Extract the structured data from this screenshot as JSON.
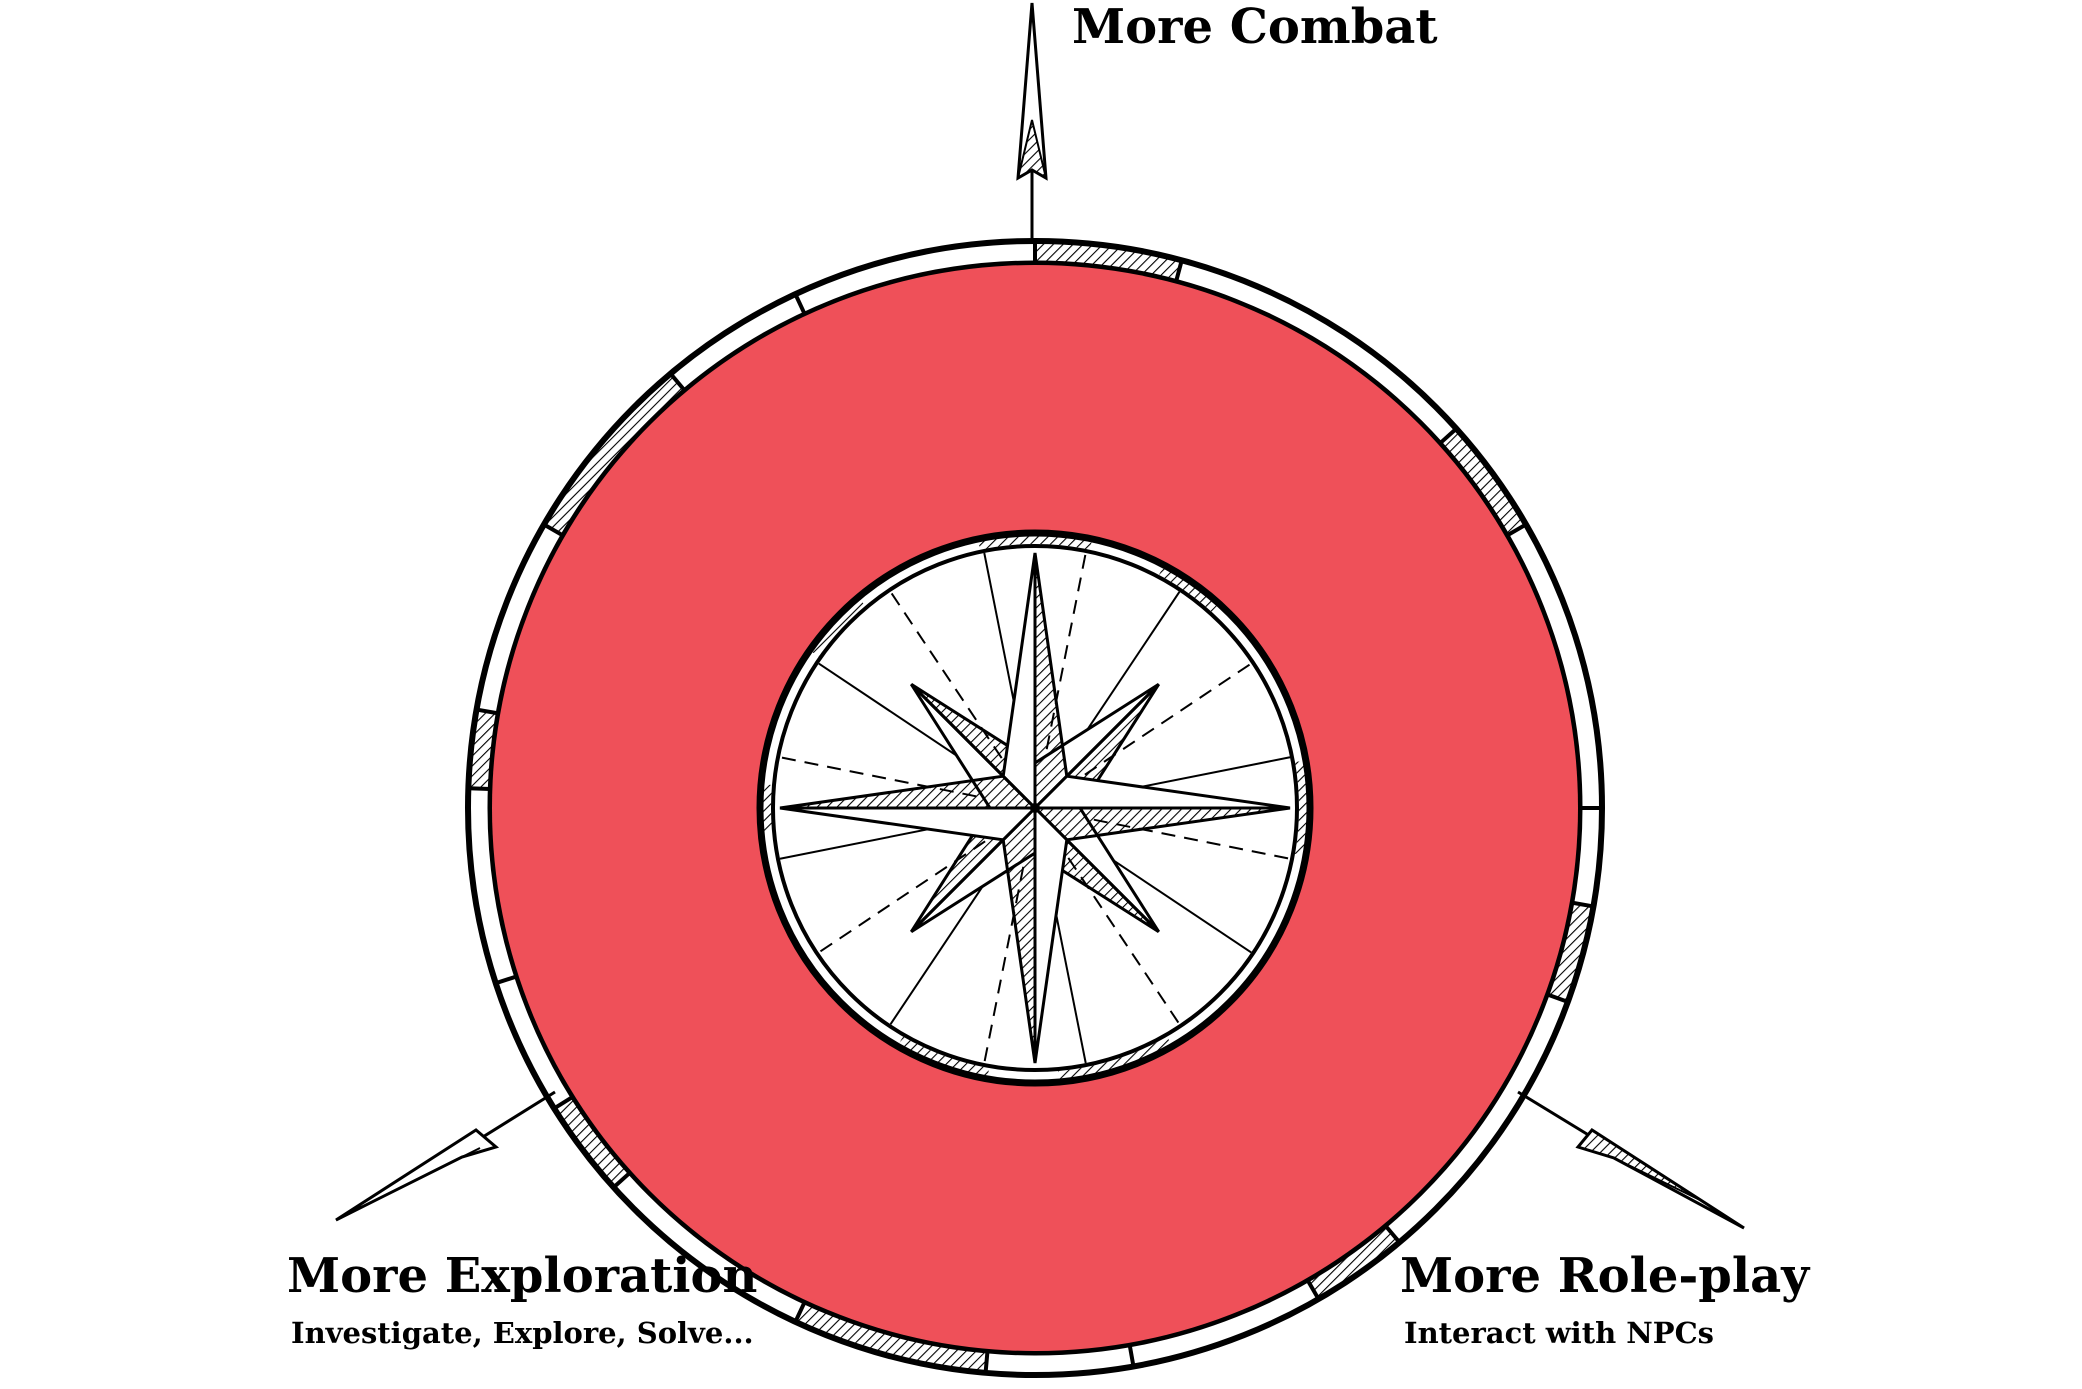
{
  "colors": {
    "ring": "#ef5059",
    "ink": "#000000",
    "paper": "#ffffff"
  },
  "labels": {
    "combat": "More Combat",
    "exploration": "More Exploration",
    "exploration_sub": "Investigate, Explore, Solve...",
    "roleplay": "More Role-play",
    "roleplay_sub": "Interact with NPCs"
  }
}
